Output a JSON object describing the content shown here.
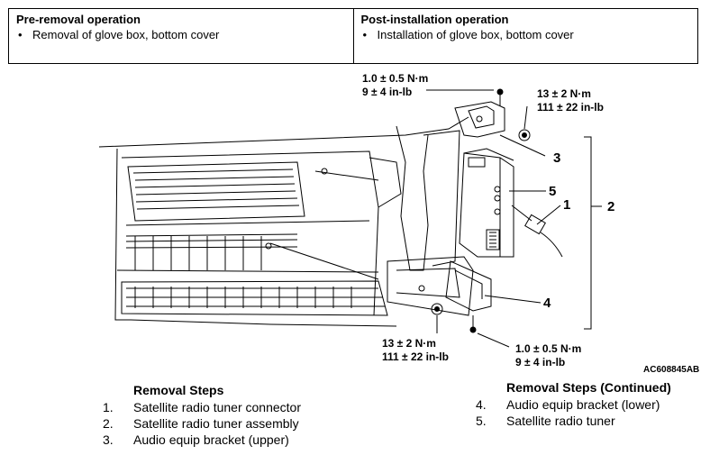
{
  "operations": {
    "pre": {
      "title": "Pre-removal operation",
      "item": "Removal of glove box, bottom cover"
    },
    "post": {
      "title": "Post-installation operation",
      "item": "Installation of glove box, bottom cover"
    },
    "bullet": "•"
  },
  "torque": {
    "top_small_nm": "1.0 ± 0.5 N·m",
    "top_small_inlb": "9 ± 4 in-lb",
    "top_large_nm": "13 ± 2 N·m",
    "top_large_inlb": "111 ± 22 in-lb",
    "bottom_large_nm": "13 ± 2 N·m",
    "bottom_large_inlb": "111 ± 22 in-lb",
    "bottom_small_nm": "1.0 ± 0.5 N·m",
    "bottom_small_inlb": "9 ± 4 in-lb"
  },
  "callouts": {
    "c1": "1",
    "c2": "2",
    "c3": "3",
    "c4": "4",
    "c5": "5"
  },
  "figure_code": "AC608845AB",
  "removal_steps": {
    "title": "Removal Steps",
    "items": [
      {
        "num": "1.",
        "text": "Satellite radio tuner connector"
      },
      {
        "num": "2.",
        "text": "Satellite radio tuner assembly"
      },
      {
        "num": "3.",
        "text": "Audio equip bracket (upper)"
      }
    ]
  },
  "removal_steps_continued": {
    "title": "Removal Steps (Continued)",
    "items": [
      {
        "num": "4.",
        "text": "Audio equip bracket (lower)"
      },
      {
        "num": "5.",
        "text": "Satellite radio tuner"
      }
    ]
  }
}
